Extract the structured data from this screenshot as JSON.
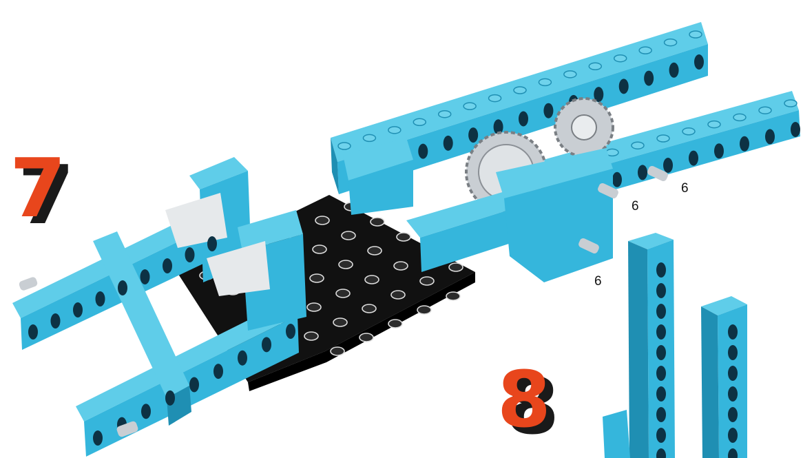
{
  "steps": {
    "step7": "7",
    "step8": "8"
  },
  "callouts": [
    "6",
    "6",
    "6"
  ],
  "colors": {
    "beam": "#35b6dc",
    "beam_top": "#5fcde9",
    "beam_shade": "#1f8fb3",
    "hole": "#0d3244",
    "plate": "#1a1a1a",
    "gear": "#c9ced3",
    "step_number": "#e8461c"
  },
  "icons": [
    "lego-beam",
    "lego-plate",
    "gear",
    "axle-pin",
    "bush"
  ]
}
